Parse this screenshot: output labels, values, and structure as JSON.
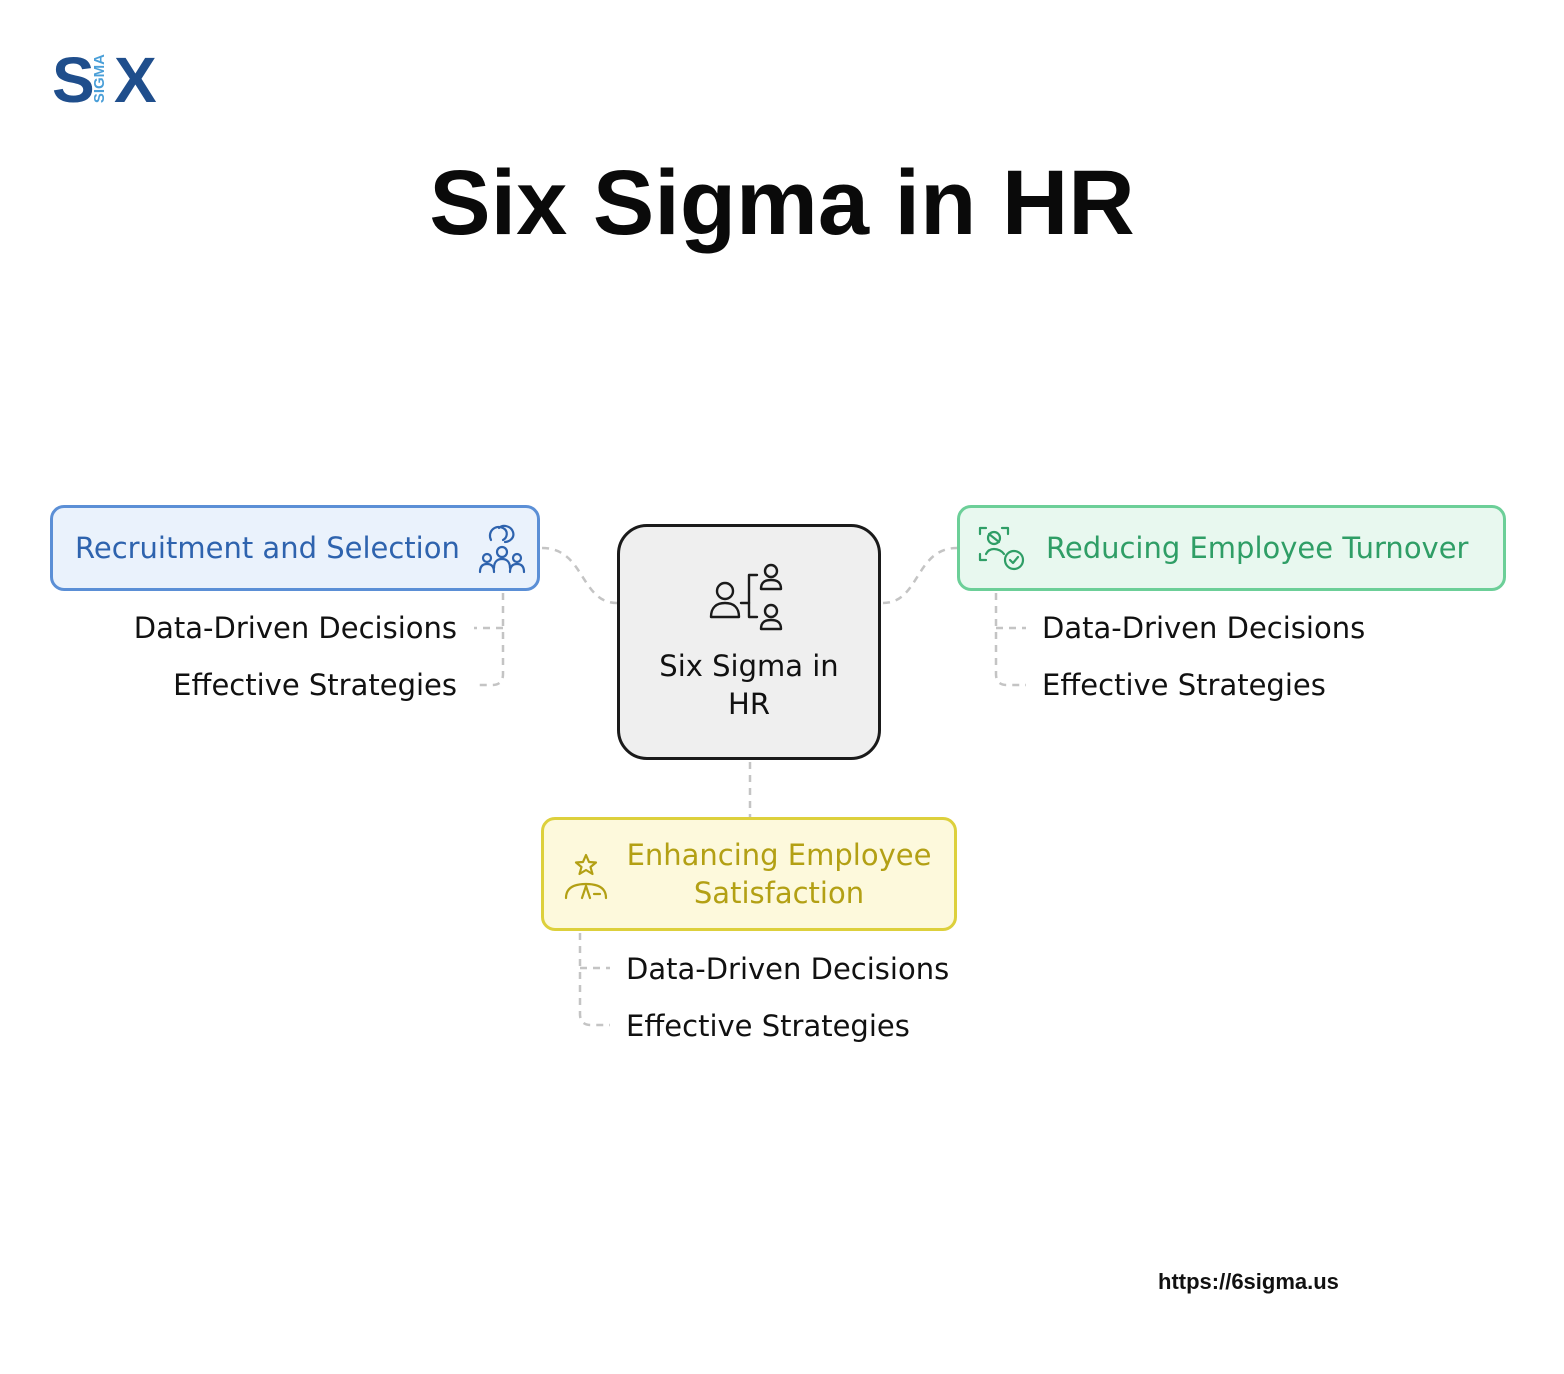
{
  "logo": {
    "main_left": "S",
    "main_right": "X",
    "vertical": "SIGMA",
    "brand_color": "#1f4e8c",
    "accent_color": "#4a9fd8"
  },
  "title": "Six Sigma in HR",
  "center": {
    "label": "Six Sigma in HR",
    "icon": "org-people-icon"
  },
  "branches": {
    "recruitment": {
      "label": "Recruitment and Selection",
      "icon": "team-handshake-icon",
      "color": "#5b8fd6",
      "items": [
        "Data-Driven Decisions",
        "Effective Strategies"
      ]
    },
    "turnover": {
      "label": "Reducing Employee Turnover",
      "icon": "person-check-icon",
      "color": "#6ccf98",
      "items": [
        "Data-Driven Decisions",
        "Effective Strategies"
      ]
    },
    "satisfaction": {
      "label": "Enhancing Employee Satisfaction",
      "icon": "person-star-icon",
      "color": "#ddd03c",
      "items": [
        "Data-Driven Decisions",
        "Effective Strategies"
      ]
    }
  },
  "footer": {
    "url": "https://6sigma.us"
  }
}
